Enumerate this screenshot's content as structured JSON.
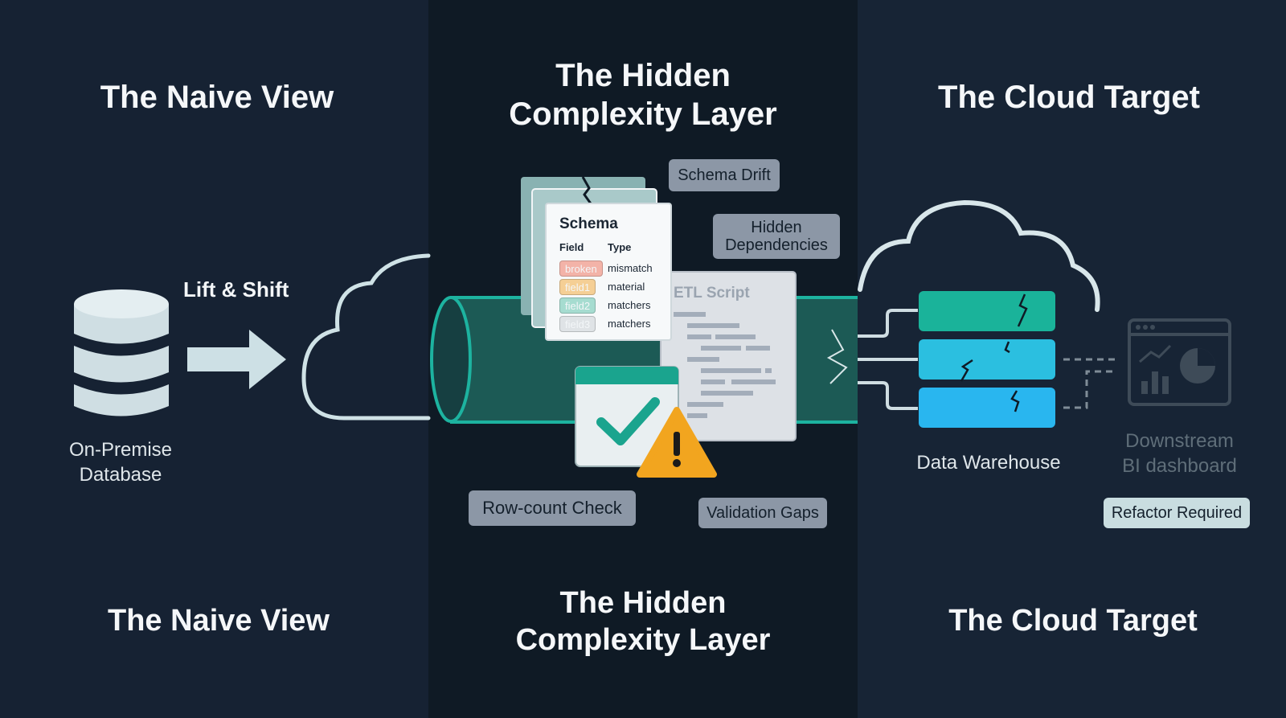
{
  "panels": {
    "naive": {
      "title_top": "The Naive View",
      "title_bottom": "The Naive View",
      "arrow_label": "Lift & Shift",
      "database_label_line1": "On-Premise",
      "database_label_line2": "Database"
    },
    "hidden": {
      "title_top_line1": "The Hidden",
      "title_top_line2": "Complexity Layer",
      "title_bottom_line1": "The Hidden",
      "title_bottom_line2": "Complexity Layer",
      "tags": {
        "schema_drift": "Schema Drift",
        "hidden_dependencies_line1": "Hidden",
        "hidden_dependencies_line2": "Dependencies",
        "row_count_check": "Row-count Check",
        "validation_gaps": "Validation Gaps"
      },
      "schema_card": {
        "title": "Schema",
        "header_field": "Field",
        "header_type": "Type",
        "rows": [
          {
            "field": "broken",
            "type": "mismatch",
            "color": "#f3b3a8"
          },
          {
            "field": "field1",
            "type": "material",
            "color": "#f5cf95"
          },
          {
            "field": "field2",
            "type": "matchers",
            "color": "#a6dcd0"
          },
          {
            "field": "field3",
            "type": "matchers",
            "color": "#dfe3e6"
          }
        ]
      },
      "etl_script": "ETL Script"
    },
    "cloud": {
      "title_top": "The Cloud Target",
      "title_bottom": "The Cloud Target",
      "warehouse_label": "Data Warehouse",
      "bi_label_line1": "Downstream",
      "bi_label_line2": "BI dashboard",
      "refactor_tag": "Refactor Required"
    }
  },
  "colors": {
    "teal": "#1ab39a",
    "cyan": "#2bbfe0",
    "cylinder": "#1c5a55",
    "warning": "#f2a51f",
    "check": "#1aa48e"
  }
}
